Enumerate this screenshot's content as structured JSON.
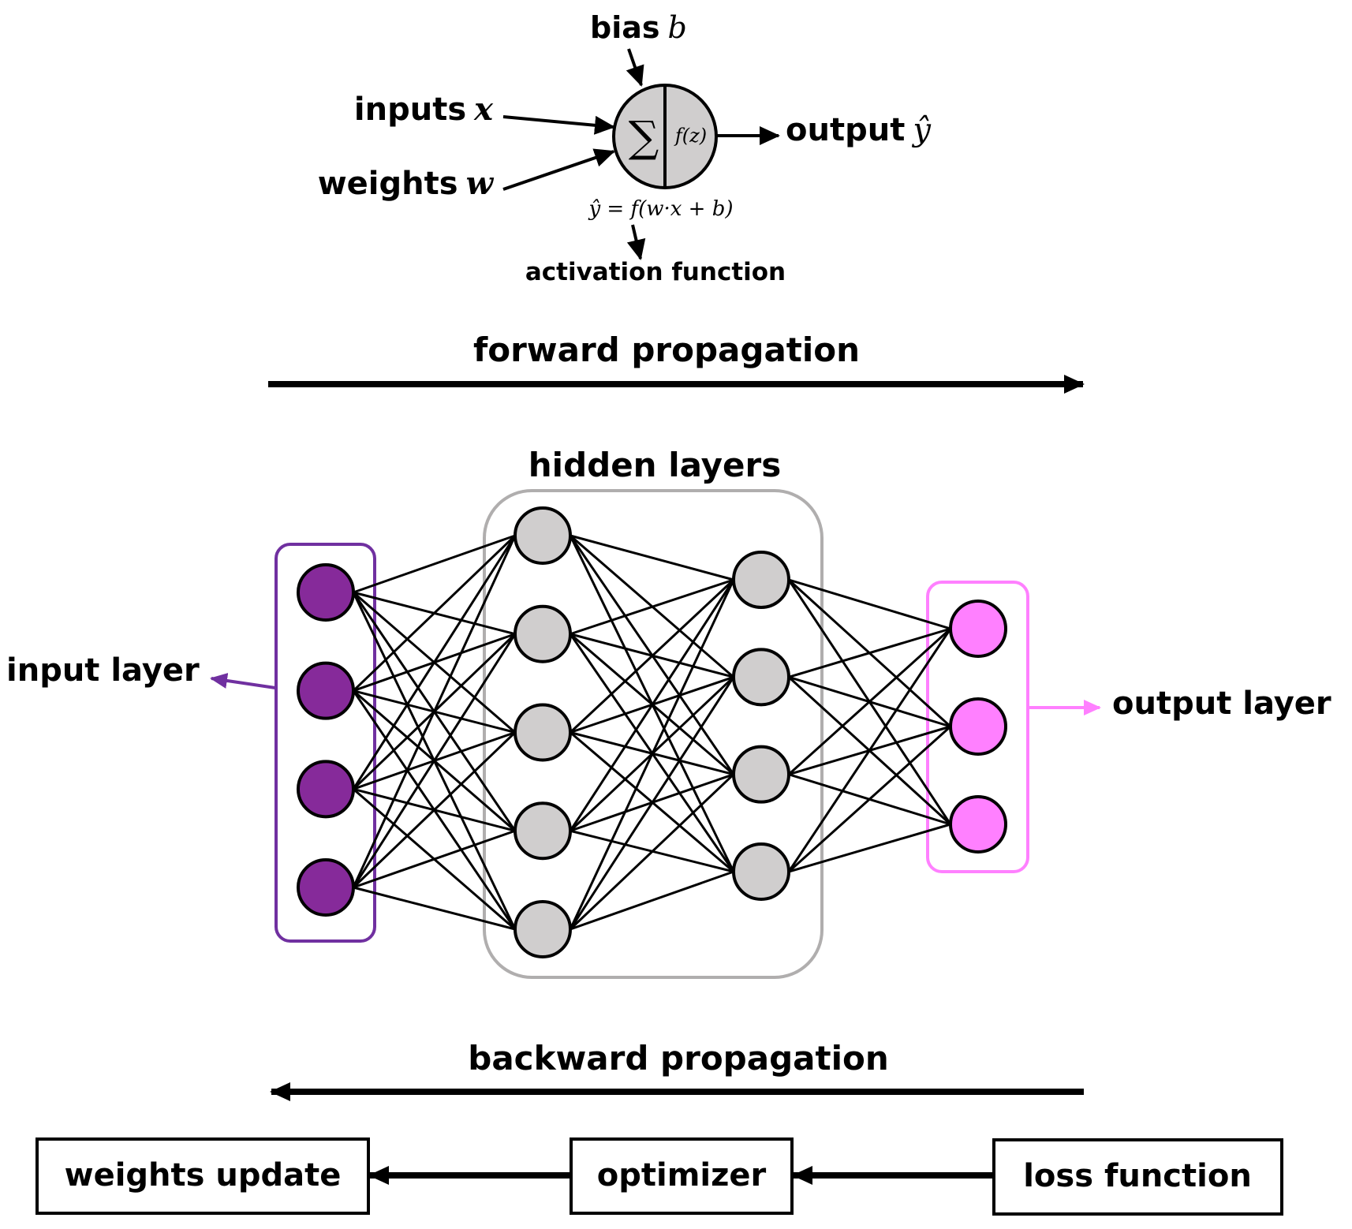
{
  "neuron": {
    "bias_label": "bias",
    "bias_symbol": "b",
    "inputs_label": "inputs",
    "inputs_symbol": "x",
    "weights_label": "weights",
    "weights_symbol": "w",
    "output_label": "output",
    "output_symbol": "ŷ",
    "sum_symbol": "∑",
    "activation_symbol": "f(z)",
    "formula": "ŷ = f(w·x + b)",
    "activation_label": "activation function"
  },
  "forward": {
    "label": "forward propagation",
    "direction": "right"
  },
  "network": {
    "hidden_label": "hidden layers",
    "input_label": "input layer",
    "output_label": "output layer",
    "layers": [
      {
        "name": "input",
        "nodes": 4,
        "color": "#862a9a",
        "box_color": "#7030a0"
      },
      {
        "name": "hidden-1",
        "nodes": 5,
        "color": "#d0cece"
      },
      {
        "name": "hidden-2",
        "nodes": 4,
        "color": "#d0cece"
      },
      {
        "name": "output",
        "nodes": 3,
        "color": "#ff80ff",
        "box_color": "#ff80ff"
      }
    ],
    "hidden_box_color": "#b0aeae",
    "connections": "fully-connected"
  },
  "backward": {
    "label": "backward propagation",
    "direction": "left"
  },
  "pipeline": {
    "steps": [
      "weights update",
      "optimizer",
      "loss function"
    ],
    "flow": "right-to-left"
  }
}
